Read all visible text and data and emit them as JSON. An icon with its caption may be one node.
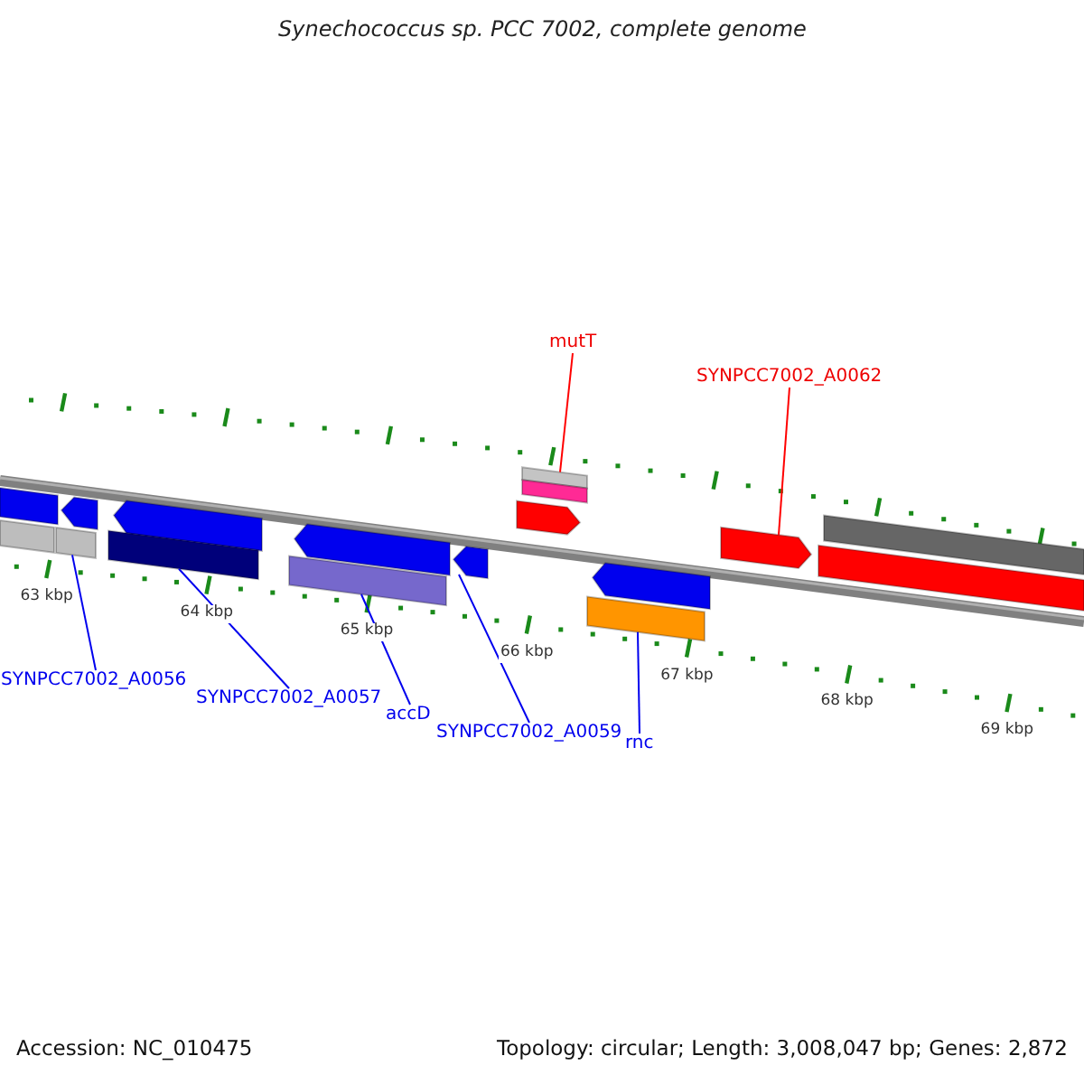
{
  "diagram": {
    "title": "Synechococcus sp. PCC 7002, complete genome",
    "nodes": [
      {
        "text": [
          "mutT"
        ]
      },
      {
        "text": [
          "SYNPCC7002_A0062"
        ]
      },
      {
        "text": [
          "SYNPCC7002_A0056"
        ]
      },
      {
        "text": [
          "SYNPCC7002_A0057"
        ]
      },
      {
        "text": [
          "accD"
        ]
      },
      {
        "text": [
          "SYNPCC7002_A0059"
        ]
      },
      {
        "text": [
          "rnc"
        ]
      },
      {
        "text": [],
        "shape": "arrow"
      },
      {
        "text": [],
        "shape": "arrow"
      },
      {
        "text": [],
        "shape": "arrow"
      },
      {
        "text": [],
        "shape": "arrow"
      },
      {
        "text": [],
        "shape": "arrow"
      },
      {
        "text": [],
        "shape": "arrow"
      },
      {
        "text": [],
        "shape": "arrow"
      },
      {
        "text": [],
        "shape": "arrow"
      },
      {
        "text": [],
        "shape": "arrow"
      }
    ],
    "edges": [
      {
        "from": 0,
        "to": 12,
        "arrow": "none",
        "color": "#ff0000"
      },
      {
        "from": 1,
        "to": 14,
        "arrow": "none",
        "color": "#ff0000"
      },
      {
        "from": 2,
        "to": 8,
        "arrow": "none"
      },
      {
        "from": 3,
        "to": 9,
        "arrow": "none"
      },
      {
        "from": 4,
        "to": 10,
        "arrow": "none"
      },
      {
        "from": 5,
        "to": 11,
        "arrow": "none"
      },
      {
        "from": 6,
        "to": 13,
        "arrow": "none"
      }
    ],
    "labels": [
      "63 kbp",
      "64 kbp",
      "65 kbp",
      "66 kbp",
      "67 kbp",
      "68 kbp",
      "69 kbp",
      "Accession: NC_010475",
      "Topology: circular; Length: 3,008,047 bp; Genes: 2,872"
    ]
  }
}
